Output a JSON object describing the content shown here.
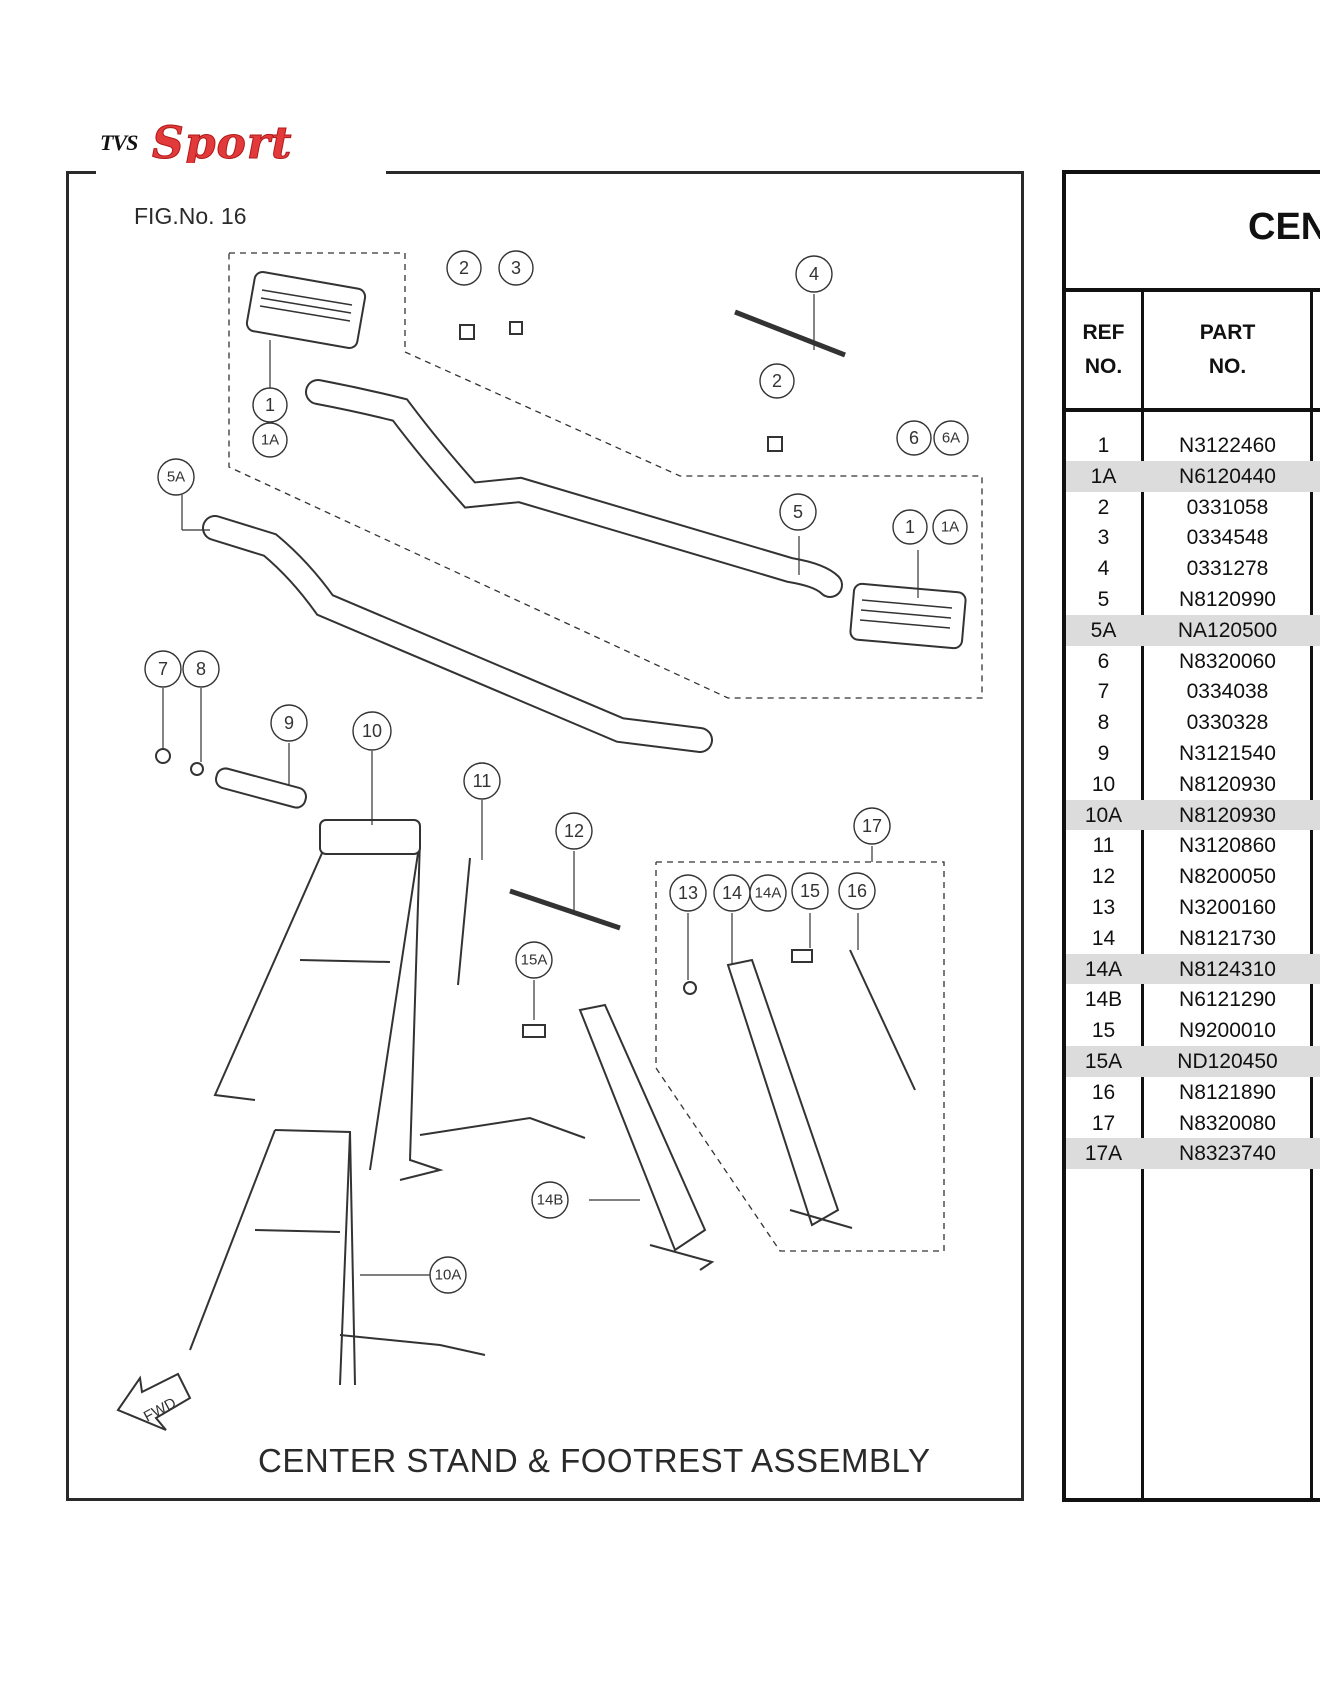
{
  "brand": {
    "prefix": "TVS",
    "name": "Sport"
  },
  "figure": {
    "number_label": "FIG.No. 16",
    "caption": "CENTER STAND & FOOTREST ASSEMBLY",
    "fwd_label": "FWD",
    "callouts": [
      "1",
      "1A",
      "2",
      "3",
      "4",
      "2",
      "6",
      "6A",
      "5A",
      "5",
      "1",
      "1A",
      "7",
      "8",
      "9",
      "10",
      "11",
      "12",
      "17",
      "13",
      "14",
      "14A",
      "15",
      "16",
      "15A",
      "14B",
      "10A"
    ]
  },
  "table": {
    "title": "CEN",
    "headers": {
      "ref": [
        "REF",
        "NO."
      ],
      "part": [
        "PART",
        "NO."
      ]
    },
    "rows": [
      {
        "ref": "1",
        "part": "N3122460",
        "shaded": false
      },
      {
        "ref": "1A",
        "part": "N6120440",
        "shaded": true
      },
      {
        "ref": "2",
        "part": "0331058",
        "shaded": false
      },
      {
        "ref": "3",
        "part": "0334548",
        "shaded": false
      },
      {
        "ref": "4",
        "part": "0331278",
        "shaded": false
      },
      {
        "ref": "5",
        "part": "N8120990",
        "shaded": false
      },
      {
        "ref": "5A",
        "part": "NA120500",
        "shaded": true
      },
      {
        "ref": "6",
        "part": "N8320060",
        "shaded": false
      },
      {
        "ref": "7",
        "part": "0334038",
        "shaded": false
      },
      {
        "ref": "8",
        "part": "0330328",
        "shaded": false
      },
      {
        "ref": "9",
        "part": "N3121540",
        "shaded": false
      },
      {
        "ref": "10",
        "part": "N8120930",
        "shaded": false
      },
      {
        "ref": "10A",
        "part": "N8120930",
        "shaded": true
      },
      {
        "ref": "11",
        "part": "N3120860",
        "shaded": false
      },
      {
        "ref": "12",
        "part": "N8200050",
        "shaded": false
      },
      {
        "ref": "13",
        "part": "N3200160",
        "shaded": false
      },
      {
        "ref": "14",
        "part": "N8121730",
        "shaded": false
      },
      {
        "ref": "14A",
        "part": "N8124310",
        "shaded": true
      },
      {
        "ref": "14B",
        "part": "N6121290",
        "shaded": false
      },
      {
        "ref": "15",
        "part": "N9200010",
        "shaded": false
      },
      {
        "ref": "15A",
        "part": "ND120450",
        "shaded": true
      },
      {
        "ref": "16",
        "part": "N8121890",
        "shaded": false
      },
      {
        "ref": "17",
        "part": "N8320080",
        "shaded": false
      },
      {
        "ref": "17A",
        "part": "N8323740",
        "shaded": true
      }
    ]
  },
  "colors": {
    "brand_red": "#e23a3a",
    "row_shade": "#dcdcdc",
    "frame": "#111111"
  }
}
